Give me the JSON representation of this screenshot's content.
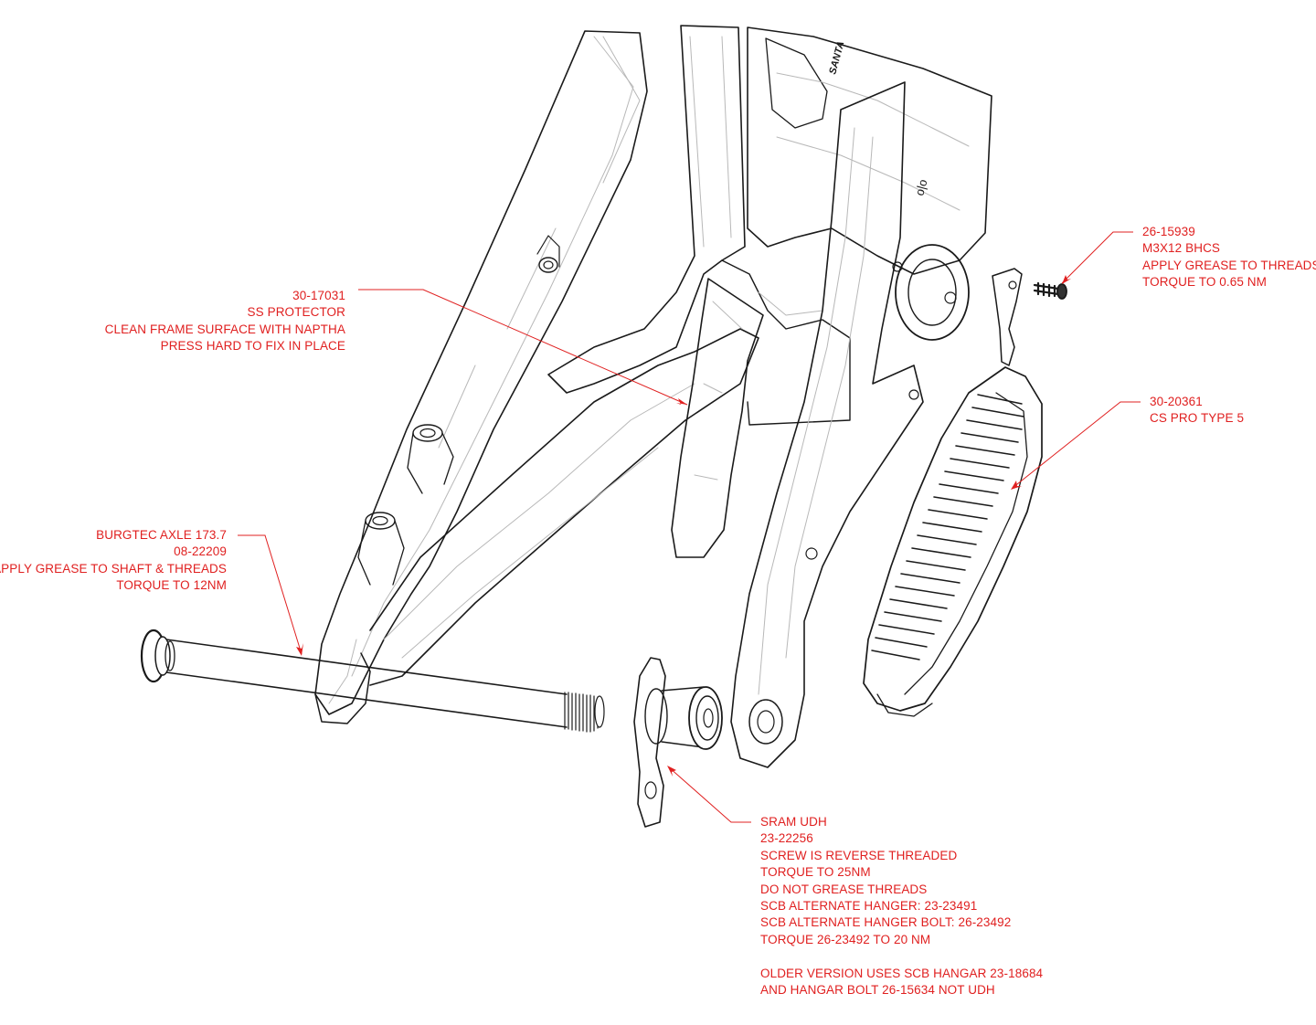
{
  "diagram": {
    "brand_mark": "SANTA",
    "callouts": {
      "ss_protector": {
        "lines": [
          "30-17031",
          "SS PROTECTOR",
          "CLEAN FRAME SURFACE WITH NAPTHA",
          "PRESS HARD TO FIX IN PLACE"
        ]
      },
      "axle": {
        "lines": [
          "BURGTEC AXLE 173.7",
          "08-22209",
          "APPLY GREASE TO SHAFT & THREADS",
          "TORQUE TO 12NM"
        ]
      },
      "bolt": {
        "lines": [
          "26-15939",
          "M3X12 BHCS",
          "APPLY GREASE TO THREADS",
          "TORQUE TO 0.65 NM"
        ]
      },
      "cs_pro": {
        "lines": [
          "30-20361",
          "CS PRO TYPE 5"
        ]
      },
      "udh": {
        "lines": [
          "SRAM UDH",
          "23-22256",
          "SCREW IS REVERSE THREADED",
          "TORQUE TO 25NM",
          "DO NOT GREASE THREADS",
          "SCB ALTERNATE HANGER: 23-23491",
          "SCB ALTERNATE HANGER BOLT: 26-23492",
          "TORQUE 26-23492 TO 20 NM",
          "",
          "OLDER VERSION USES SCB HANGAR 23-18684",
          "AND HANGAR BOLT 26-15634 NOT UDH"
        ]
      }
    },
    "colors": {
      "annotation": "#e02020",
      "outline": "#1a1a1a",
      "contour": "#b8b8b8"
    }
  }
}
